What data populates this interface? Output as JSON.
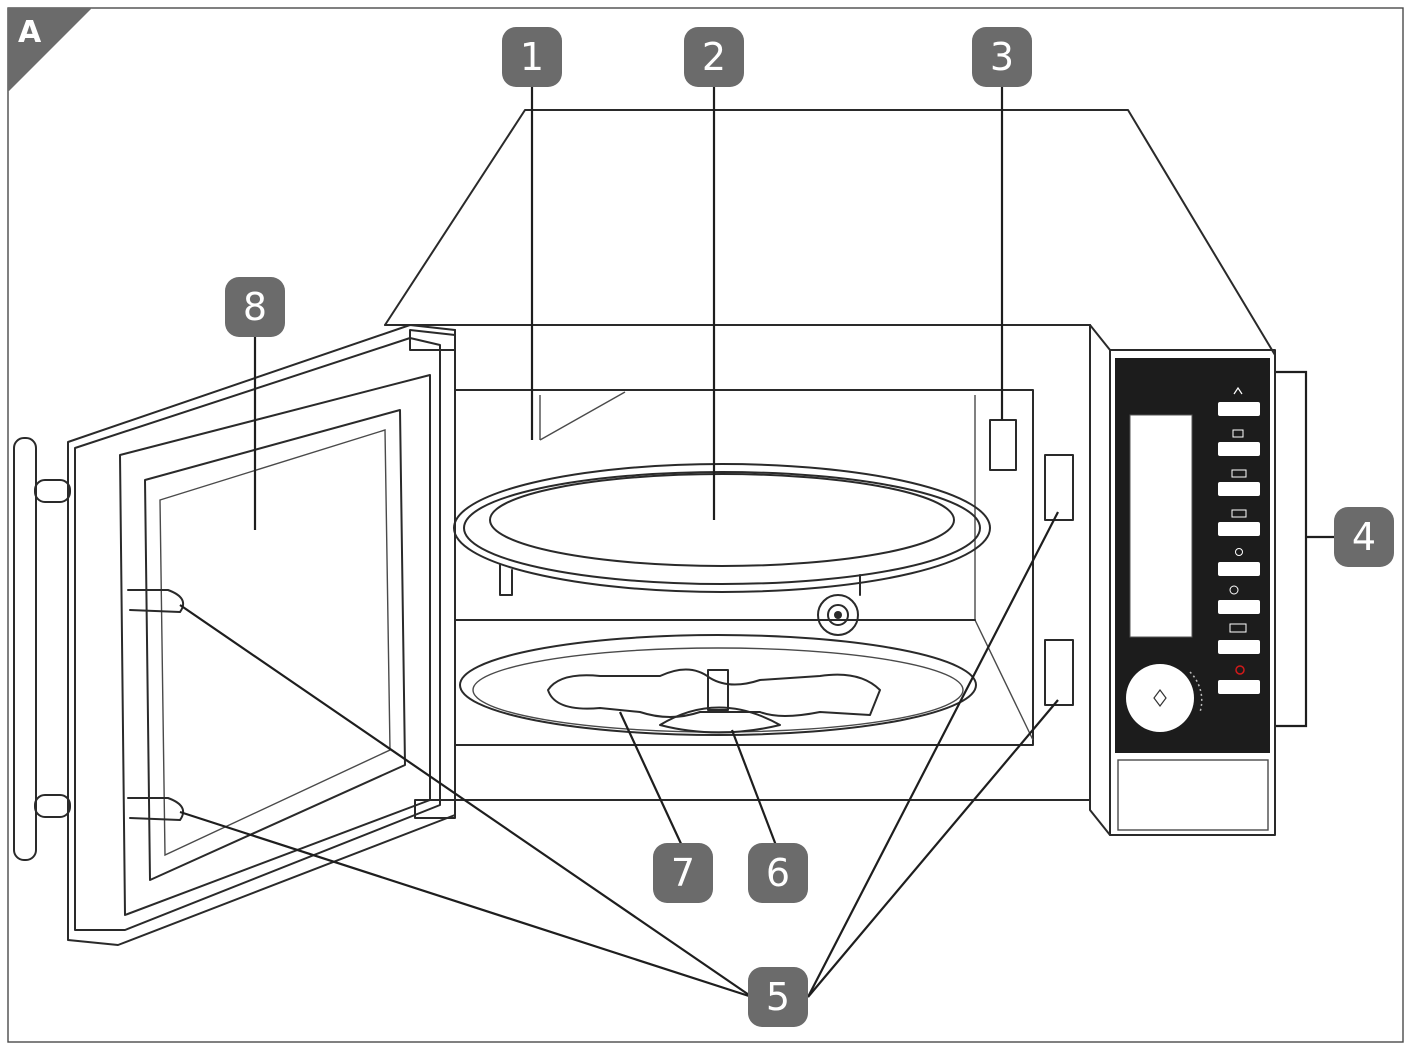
{
  "figure": {
    "corner_label": "A",
    "callouts": [
      {
        "id": "c1",
        "label": "1"
      },
      {
        "id": "c2",
        "label": "2"
      },
      {
        "id": "c3",
        "label": "3"
      },
      {
        "id": "c4",
        "label": "4"
      },
      {
        "id": "c5",
        "label": "5"
      },
      {
        "id": "c6",
        "label": "6"
      },
      {
        "id": "c7",
        "label": "7"
      },
      {
        "id": "c8",
        "label": "8"
      }
    ],
    "colors": {
      "badge": "#6b6b6b",
      "panel": "#1c1c1c",
      "power_icon": "#d11a1a"
    },
    "control_panel_icons": [
      "grill-icon",
      "microwave-icon",
      "combi-1-icon",
      "combi-2-icon",
      "convection-icon",
      "timer-clock-icon",
      "weight-defrost-icon",
      "stop-cancel-icon",
      "start-dial-icon"
    ]
  }
}
